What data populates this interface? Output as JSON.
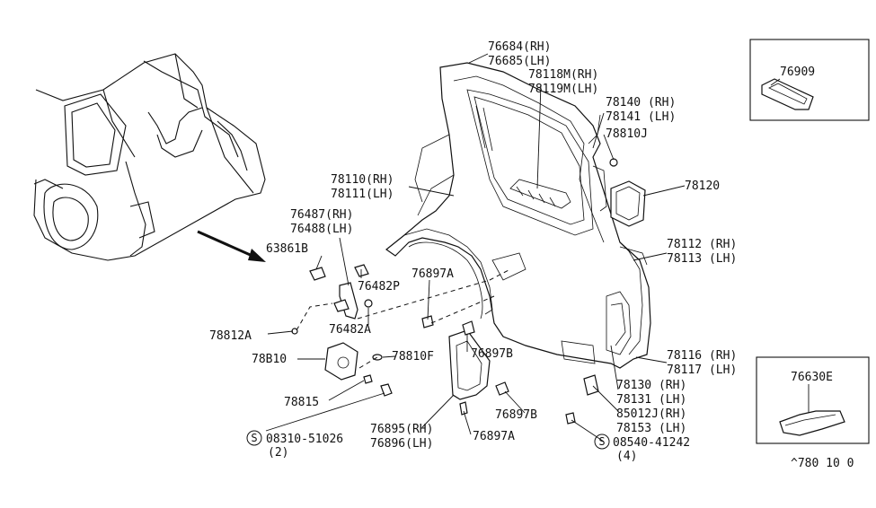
{
  "labels": {
    "p76684": "76684(RH)",
    "p76685": "76685(LH)",
    "p78118": "78118M(RH)",
    "p78119": "78119M(LH)",
    "p78140": "78140 (RH)",
    "p78141": "78141 (LH)",
    "p78810j": "78810J",
    "p78120": "78120",
    "p78110": "78110(RH)",
    "p78111": "78111(LH)",
    "p76487": "76487(RH)",
    "p76488": "76488(LH)",
    "p63861b": "63861B",
    "p76482p": "76482P",
    "p76897a_top": "76897A",
    "p78112": "78112 (RH)",
    "p78113": "78113 (LH)",
    "p78812a": "78812A",
    "p76482a": "76482A",
    "p78b10": "78B10",
    "p78810f": "78810F",
    "p76897b_top": "76897B",
    "p78116": "78116 (RH)",
    "p78117": "78117 (LH)",
    "p78130": "78130 (RH)",
    "p78131": "78131 (LH)",
    "p85012j": "85012J(RH)",
    "p78153": "78153 (LH)",
    "p78815": "78815",
    "p76897b_bot": "76897B",
    "p08310": "08310-51026",
    "p08310_qty": "(2)",
    "p76895": "76895(RH)",
    "p76896": "76896(LH)",
    "p76897a_bot": "76897A",
    "p08540": "08540-41242",
    "p08540_qty": "(4)",
    "p76909": "76909",
    "p76630e": "76630E",
    "diagram_code": "^780 10 0",
    "screw_symbol": "S"
  }
}
